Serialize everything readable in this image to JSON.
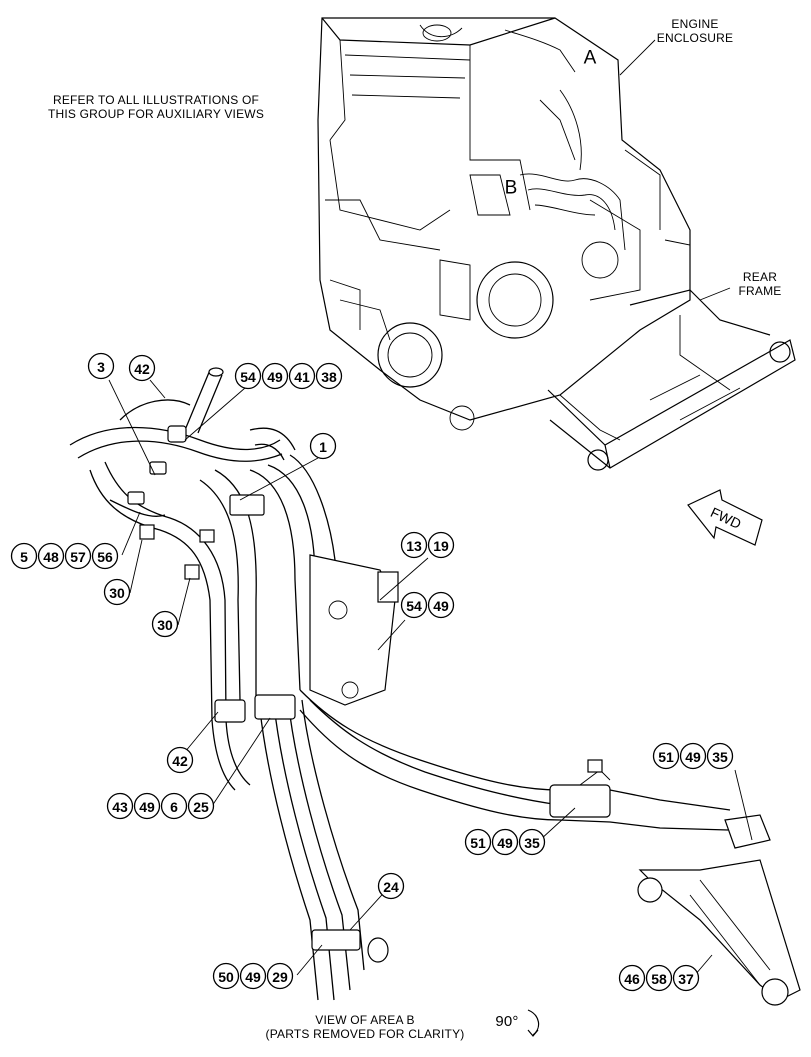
{
  "notes": {
    "refer": "REFER TO ALL ILLUSTRATIONS OF\nTHIS GROUP FOR AUXILIARY VIEWS",
    "engine_enclosure": "ENGINE\nENCLOSURE",
    "rear_frame": "REAR\nFRAME",
    "fwd": "FWD",
    "view_caption": "VIEW OF AREA B\n(PARTS REMOVED FOR CLARITY)",
    "rotation": "90°"
  },
  "area_labels": [
    "A",
    "B"
  ],
  "callout_groups": [
    [
      "3"
    ],
    [
      "42"
    ],
    [
      "54",
      "49",
      "41",
      "38"
    ],
    [
      "1"
    ],
    [
      "5",
      "48",
      "57",
      "56"
    ],
    [
      "30"
    ],
    [
      "30"
    ],
    [
      "13",
      "19"
    ],
    [
      "54",
      "49"
    ],
    [
      "42"
    ],
    [
      "43",
      "49",
      "6",
      "25"
    ],
    [
      "51",
      "49",
      "35"
    ],
    [
      "51",
      "49",
      "35"
    ],
    [
      "24"
    ],
    [
      "50",
      "49",
      "29"
    ],
    [
      "46",
      "58",
      "37"
    ]
  ]
}
